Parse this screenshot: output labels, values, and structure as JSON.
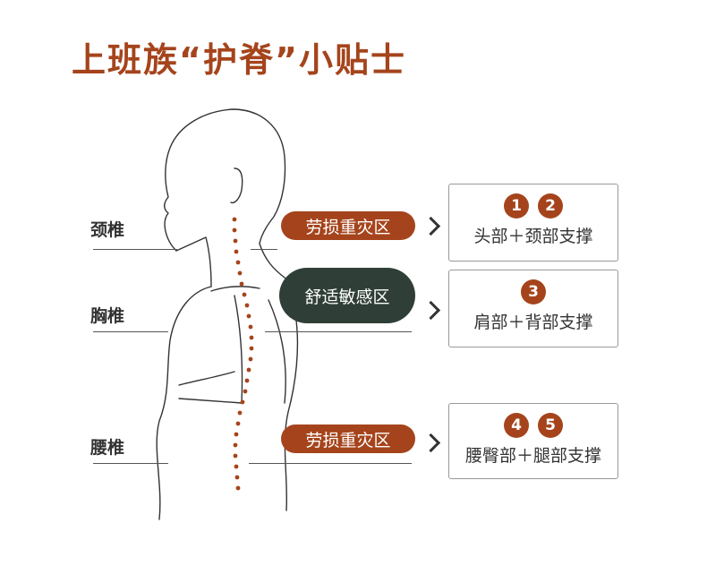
{
  "title": "上班族“护脊”小贴士",
  "regions": [
    {
      "label": "颈椎",
      "tag": "劳损重灾区",
      "badges": [
        "1",
        "2"
      ],
      "support": "头部＋颈部支撑"
    },
    {
      "label": "胸椎",
      "tag": "舒适敏感区",
      "badges": [
        "3"
      ],
      "support": "肩部＋背部支撑"
    },
    {
      "label": "腰椎",
      "tag": "劳损重灾区",
      "badges": [
        "4",
        "5"
      ],
      "support": "腰臀部＋腿部支撑"
    }
  ],
  "colors": {
    "accent": "#a5441c",
    "dark_green": "#2f3f37",
    "text": "#333333"
  }
}
